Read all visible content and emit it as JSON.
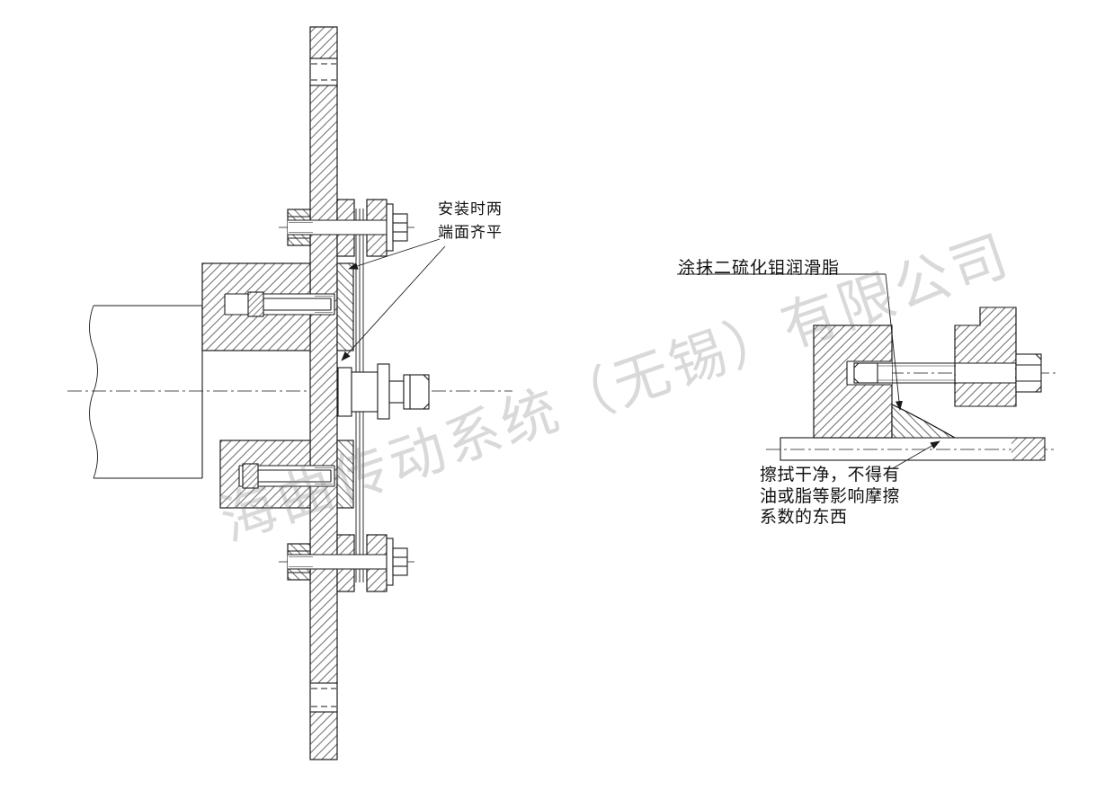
{
  "main_view": {
    "flush_note": {
      "line1": "安装时两",
      "line2": "端面齐平"
    }
  },
  "detail_view": {
    "grease_note": "涂抹二硫化钼润滑脂",
    "clean_note": {
      "line1": "擦拭干净，不得有",
      "line2": "油或脂等影响摩擦",
      "line3": "系数的东西"
    }
  },
  "watermark": {
    "text": "海曲传动系统（无锡）有限公司",
    "color": "rgba(128,128,128,0.30)"
  },
  "colors": {
    "background": "#ffffff",
    "line": "#1a1a1a",
    "hatch": "#444444"
  }
}
